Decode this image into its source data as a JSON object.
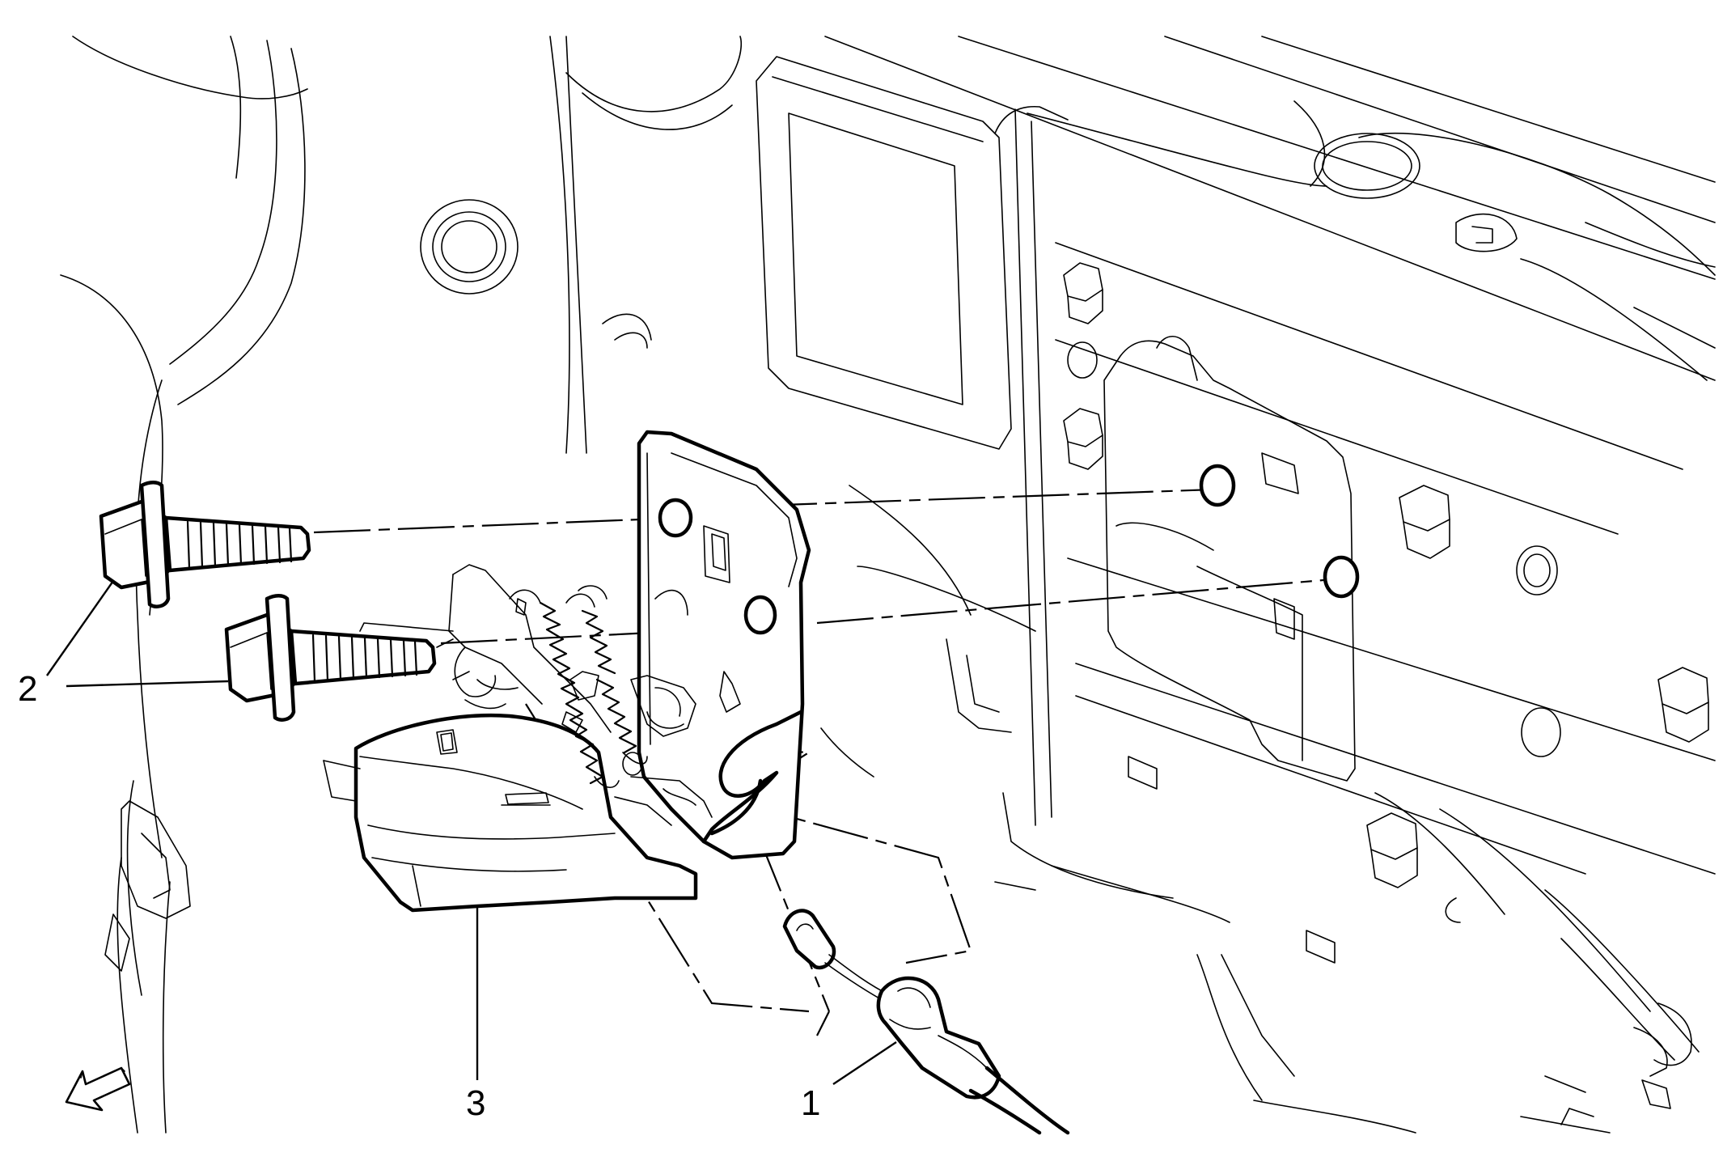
{
  "callouts": [
    {
      "id": "1",
      "label": "1",
      "target": "release-cable"
    },
    {
      "id": "2",
      "label": "2",
      "target": "latch-bolts"
    },
    {
      "id": "3",
      "label": "3",
      "target": "hood-latch"
    }
  ],
  "icons": {
    "direction_arrow": "front-arrow-icon"
  },
  "colors": {
    "line": "#000000",
    "background": "#ffffff"
  }
}
